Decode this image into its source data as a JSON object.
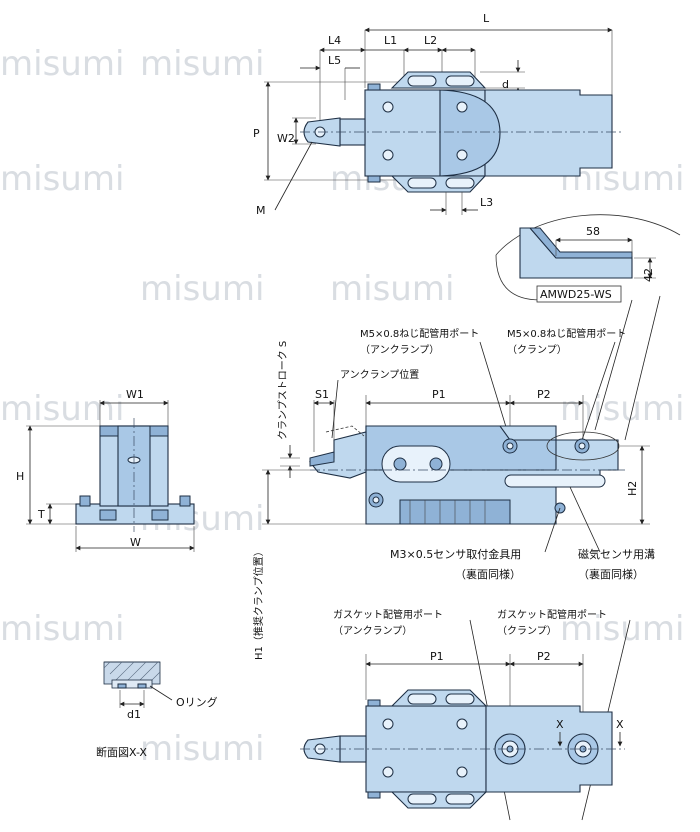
{
  "watermark": "misumi",
  "dims": {
    "L": "L",
    "L1": "L1",
    "L2": "L2",
    "L3": "L3",
    "L4": "L4",
    "L5": "L5",
    "d": "d",
    "P": "P",
    "W2": "W2",
    "M": "M",
    "W1": "W1",
    "W": "W",
    "H": "H",
    "T": "T",
    "d1": "d1",
    "S1": "S1",
    "P1": "P1",
    "P2": "P2",
    "H2": "H2",
    "H1_label": "H1（推奨クランプ位置）",
    "S_label": "クランプストローク S",
    "X": "X"
  },
  "callout": {
    "value": "58",
    "height": "42",
    "model": "AMWD25-WS"
  },
  "notes": {
    "unclamp_pos": "アンクランプ位置",
    "port_unclamp_1": "M5×0.8ねじ配管用ポート",
    "port_unclamp_2": "（アンクランプ）",
    "port_clamp_1": "M5×0.8ねじ配管用ポート",
    "port_clamp_2": "（クランプ）",
    "sensor_mount_1": "M3×0.5センサ取付金具用",
    "sensor_mount_2": "（裏面同様）",
    "sensor_groove_1": "磁気センサ用溝",
    "sensor_groove_2": "（裏面同様）",
    "gasket_unclamp_1": "ガスケット配管用ポート",
    "gasket_unclamp_2": "（アンクランプ）",
    "gasket_clamp_1": "ガスケット配管用ポート",
    "gasket_clamp_2": "（クランプ）",
    "oring": "Oリング",
    "section": "断面図X-X"
  }
}
